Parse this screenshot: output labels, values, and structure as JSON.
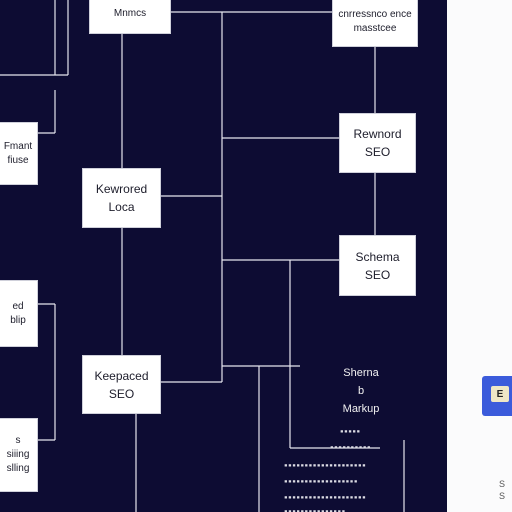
{
  "colors": {
    "canvas_background": "#0d0c33",
    "node_fill": "#ffffff",
    "connector": "#e6e6ee",
    "side_panel": "#fbfbfc",
    "chip": "#3b5bdb"
  },
  "nodes": {
    "top_center": [
      "Mnmcs"
    ],
    "top_right": [
      "cnrressnco ence",
      "masstcee"
    ],
    "left_top": [
      "Fmant",
      "fiuse"
    ],
    "keyword_local": [
      "Kewrored",
      "Loca"
    ],
    "keyword_seo": [
      "Rewnord",
      "SEO"
    ],
    "schema_seo": [
      "Schema",
      "SEO"
    ],
    "left_mid": [
      "ed",
      "blip"
    ],
    "keyword_seo_lower": [
      "Keepaced",
      "SEO"
    ],
    "left_bottom": [
      "s",
      "siiing",
      "slling"
    ]
  },
  "free_label": [
    "Sherna",
    "b",
    "Markup"
  ],
  "chip_label": "E",
  "side_panel_text": [
    "S",
    "S"
  ]
}
